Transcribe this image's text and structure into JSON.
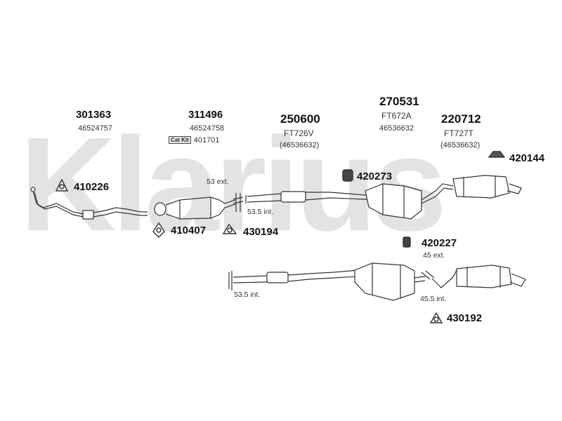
{
  "watermark": "Klarius",
  "parts": {
    "p301363": {
      "code": "301363",
      "ref": "46524757"
    },
    "p311496": {
      "code": "311496",
      "ref": "46524758",
      "kit_badge": "Cat Kit",
      "kit_ref": "401701"
    },
    "p250600": {
      "code": "250600",
      "ref": "FT726V",
      "ref2": "(46536632)"
    },
    "p270531": {
      "code": "270531",
      "ref": "FT672A",
      "ref2": "46536632"
    },
    "p220712": {
      "code": "220712",
      "ref": "FT727T",
      "ref2": "(46536632)"
    }
  },
  "fittings": {
    "f410226": "410226",
    "f410407": "410407",
    "f430194": "430194",
    "f420273": "420273",
    "f420144": "420144",
    "f420227": "420227",
    "f430192": "430192"
  },
  "dimensions": {
    "d53ext": "53 ext.",
    "d53int_top": "53.5 int.",
    "d45ext": "45 ext.",
    "d45int": "45.5 int.",
    "d53int_bottom": "53.5 int."
  }
}
